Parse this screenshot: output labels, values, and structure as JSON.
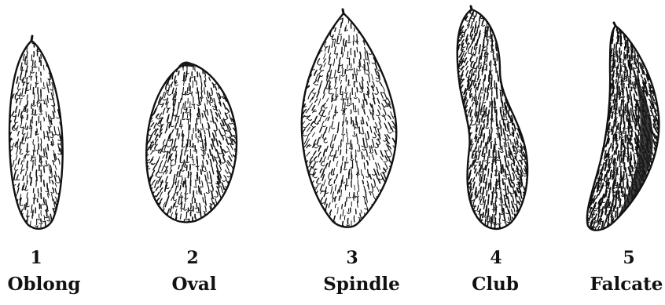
{
  "shapes": [
    {
      "number": "1",
      "name": "Oblong"
    },
    {
      "number": "2",
      "name": "Oval"
    },
    {
      "number": "3",
      "name": "Spindle"
    },
    {
      "number": "4",
      "name": "Club"
    },
    {
      "number": "5",
      "name": "Falcate"
    }
  ],
  "colors": {
    "ink": "#111111",
    "background": "#ffffff"
  }
}
